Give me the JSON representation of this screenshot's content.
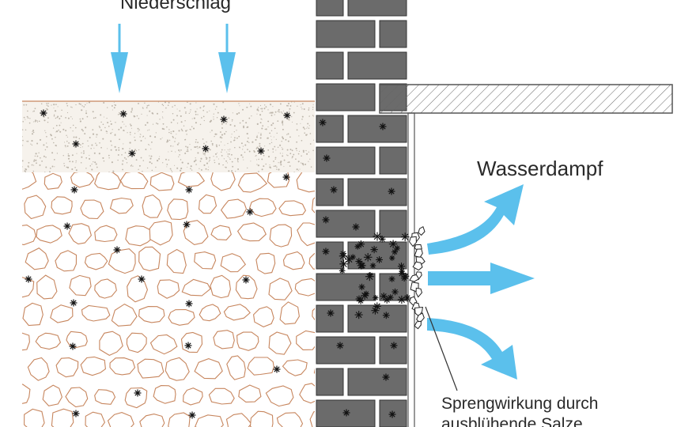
{
  "labels": {
    "precipitation": "Niederschlag",
    "vapor": "Wasserdampf",
    "effect_line1": "Sprengwirkung durch",
    "effect_line2": "ausblühende Salze"
  },
  "colors": {
    "arrow": "#5bc0ec",
    "brick": "#6b6b6b",
    "mortar": "#ffffff",
    "gravel_outline": "#c7865e",
    "sand": "#f5f1ea",
    "sand_dots": "#bdb6ab",
    "salt": "#111111",
    "hatch": "#555555"
  }
}
